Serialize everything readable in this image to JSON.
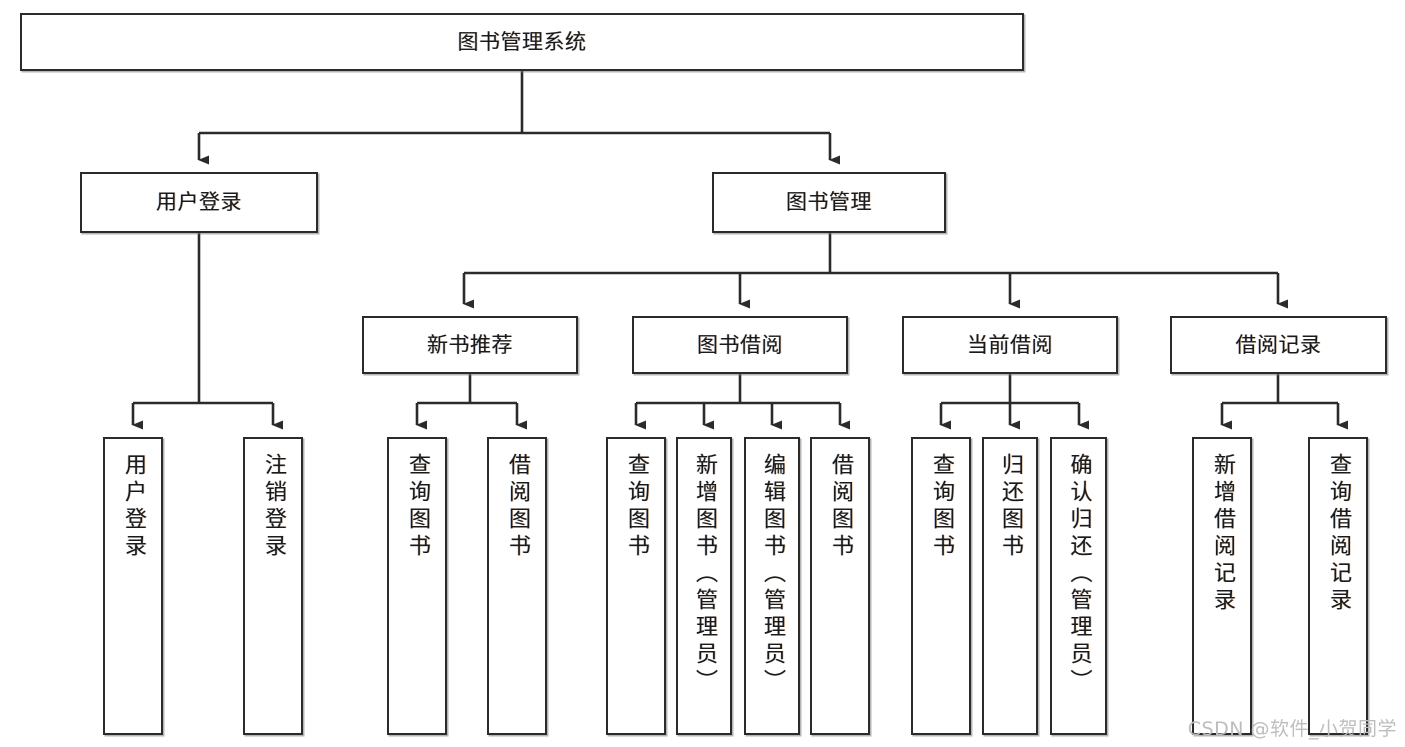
{
  "diagram": {
    "type": "tree-hierarchy-chart",
    "title": "图书管理系统",
    "watermark": "CSDN @软件_小贺同学",
    "colors": {
      "box_border": "#2b2b2b",
      "box_fill": "#ffffff",
      "connector": "#2b2b2b",
      "text": "#1a1a1a",
      "watermark": "#bdbdbd"
    },
    "nodes": {
      "root": {
        "label": "图书管理系统"
      },
      "level2": [
        {
          "id": "user-login",
          "label": "用户登录"
        },
        {
          "id": "book-management",
          "label": "图书管理"
        }
      ],
      "level3": [
        {
          "id": "new-book-recommend",
          "label": "新书推荐"
        },
        {
          "id": "book-borrow",
          "label": "图书借阅"
        },
        {
          "id": "current-borrow",
          "label": "当前借阅"
        },
        {
          "id": "borrow-record",
          "label": "借阅记录"
        }
      ],
      "leaves": {
        "user-login": [
          {
            "id": "leaf-user-login",
            "label": "用户登录"
          },
          {
            "id": "leaf-logout-login",
            "label": "注销登录"
          }
        ],
        "new-book-recommend": [
          {
            "id": "leaf-query-book-1",
            "label": "查询图书"
          },
          {
            "id": "leaf-borrow-book-1",
            "label": "借阅图书"
          }
        ],
        "book-borrow": [
          {
            "id": "leaf-query-book-2",
            "label": "查询图书"
          },
          {
            "id": "leaf-add-book",
            "label": "新增图书（管理员）"
          },
          {
            "id": "leaf-edit-book",
            "label": "编辑图书（管理员）"
          },
          {
            "id": "leaf-borrow-book-2",
            "label": "借阅图书"
          }
        ],
        "current-borrow": [
          {
            "id": "leaf-query-book-3",
            "label": "查询图书"
          },
          {
            "id": "leaf-return-book",
            "label": "归还图书"
          },
          {
            "id": "leaf-confirm-return",
            "label": "确认归还（管理员）"
          }
        ],
        "borrow-record": [
          {
            "id": "leaf-add-record",
            "label": "新增借阅记录"
          },
          {
            "id": "leaf-query-record",
            "label": "查询借阅记录"
          }
        ]
      }
    }
  }
}
